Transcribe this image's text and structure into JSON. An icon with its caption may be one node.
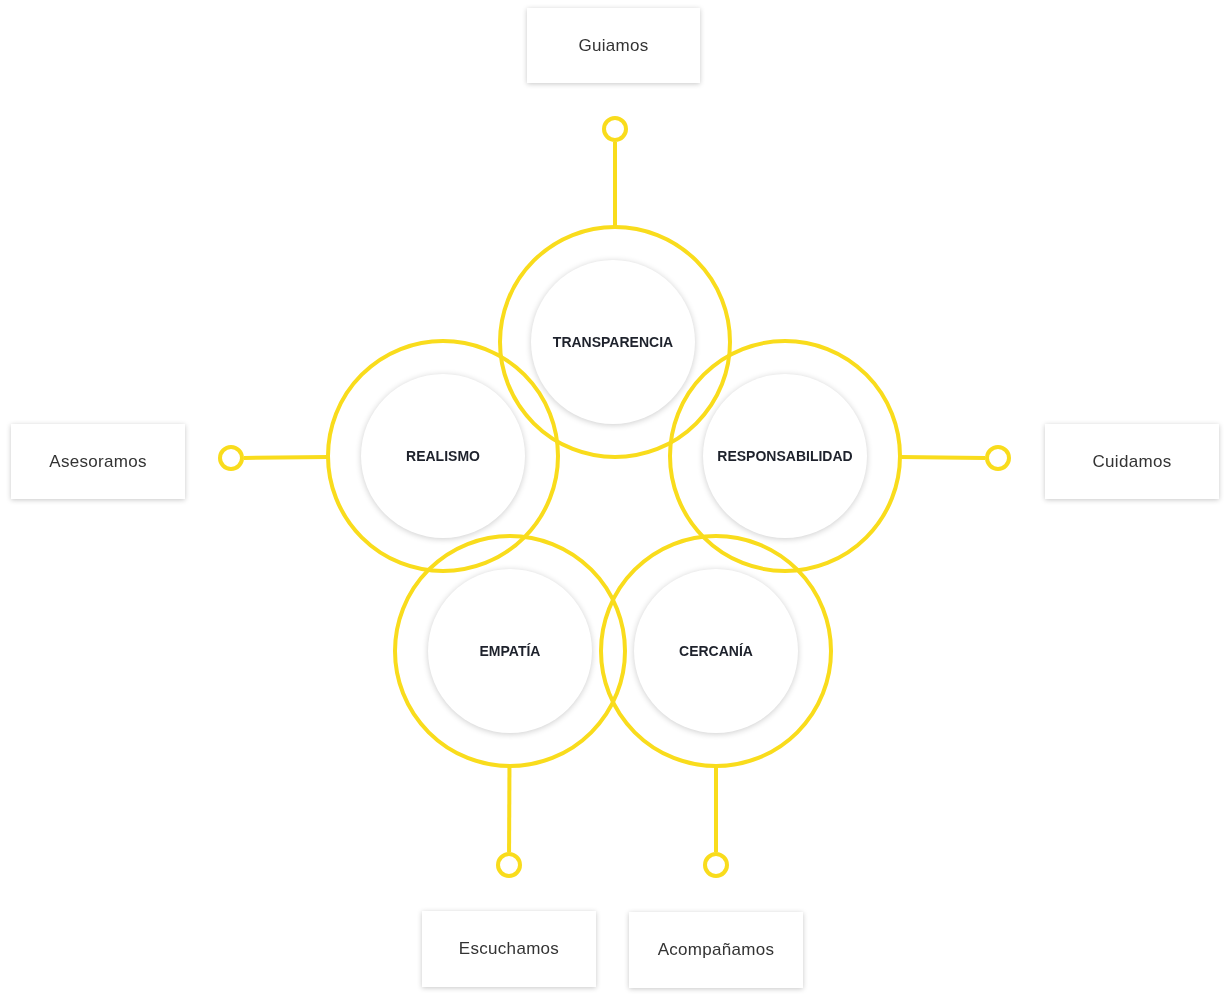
{
  "diagram": {
    "nodes": [
      {
        "text": [
          "Guiamos"
        ]
      },
      {
        "text": [],
        "shape": "circle"
      },
      {
        "text": [],
        "shape": "circle"
      },
      {
        "text": [
          "TRANSPARENCIA"
        ],
        "in": 2
      },
      {
        "text": [
          "Asesoramos"
        ]
      },
      {
        "text": [],
        "shape": "circle"
      },
      {
        "text": [],
        "shape": "circle"
      },
      {
        "text": [
          "REALISMO"
        ],
        "in": 6
      },
      {
        "text": [],
        "shape": "circle"
      },
      {
        "text": [
          "RESPONSABILIDAD"
        ],
        "in": 8
      },
      {
        "text": [],
        "shape": "circle"
      },
      {
        "text": [
          "Cuidamos"
        ]
      },
      {
        "text": [],
        "shape": "circle"
      },
      {
        "text": [
          "EMPATÍA"
        ],
        "in": 12
      },
      {
        "text": [],
        "shape": "circle"
      },
      {
        "text": [
          "CERCANÍA"
        ],
        "in": 14
      },
      {
        "text": [],
        "shape": "circle"
      },
      {
        "text": [],
        "shape": "circle"
      },
      {
        "text": [
          "Escuchamos"
        ]
      },
      {
        "text": [
          "Acompañamos"
        ]
      }
    ],
    "edges": [
      {
        "from": 2,
        "to": 1,
        "arrow": "none"
      },
      {
        "from": 6,
        "to": 5,
        "arrow": "none"
      },
      {
        "from": 8,
        "to": 10,
        "arrow": "none"
      },
      {
        "from": 12,
        "to": 16,
        "arrow": "none"
      },
      {
        "from": 14,
        "to": 17,
        "arrow": "none"
      }
    ]
  }
}
